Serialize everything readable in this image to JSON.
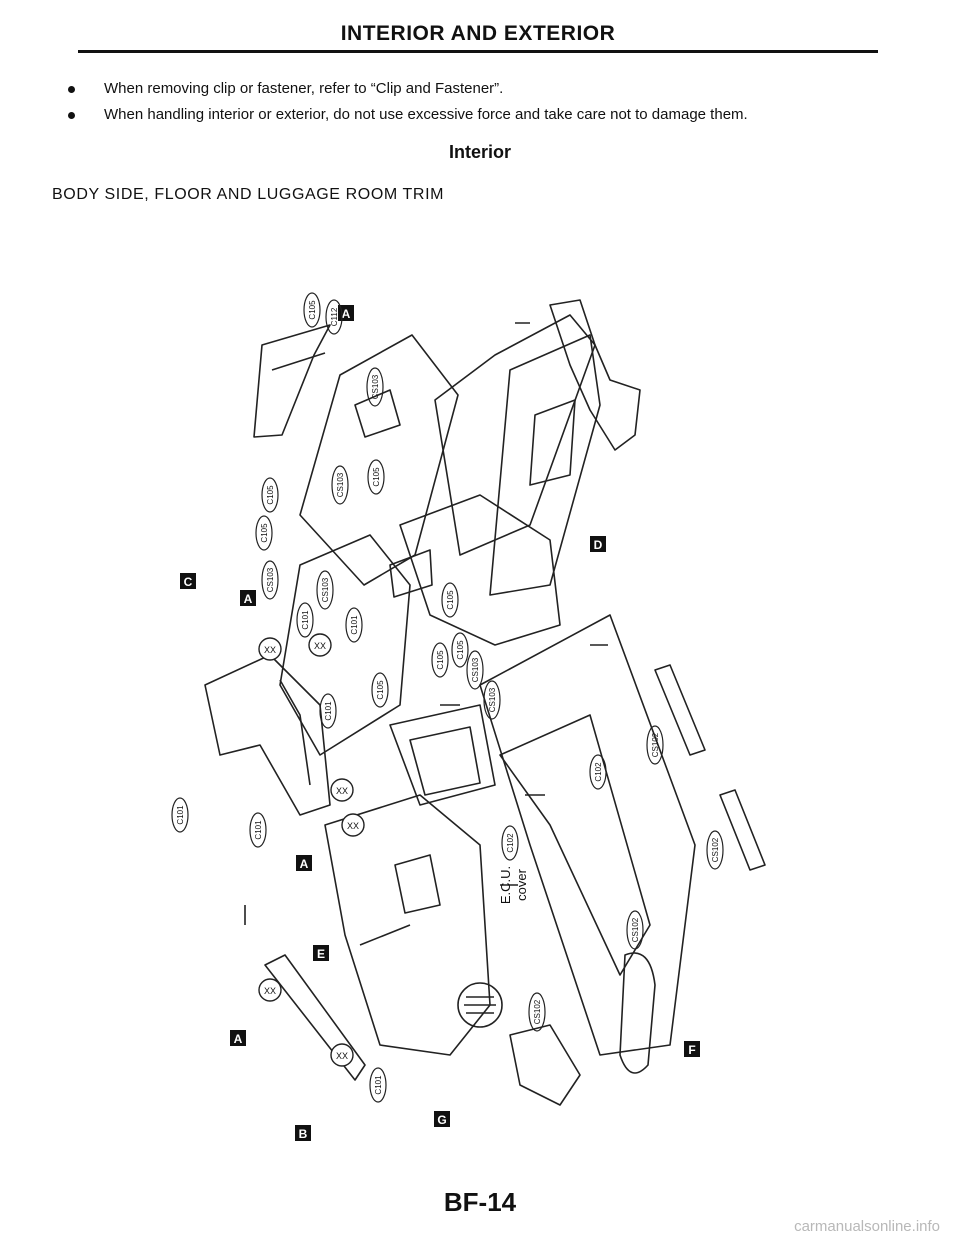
{
  "header": {
    "title": "INTERIOR AND EXTERIOR"
  },
  "bullets": [
    "When removing clip or fastener, refer to “Clip and Fastener”.",
    "When handling interior or exterior, do not use excessive force and take care not to damage them."
  ],
  "section": {
    "title": "Interior",
    "subtitle": "BODY SIDE, FLOOR AND LUGGAGE ROOM TRIM"
  },
  "diagram": {
    "callout_letters": [
      "A",
      "C",
      "A",
      "D",
      "A",
      "E",
      "A",
      "B",
      "G",
      "F"
    ],
    "clip_codes": [
      "C105",
      "C112",
      "CS103",
      "C105",
      "CS103",
      "C105",
      "C105",
      "CS103",
      "CS103",
      "C101",
      "C101",
      "C105",
      "C105",
      "C105",
      "CS103",
      "CS103",
      "C105",
      "C101",
      "C101",
      "C101",
      "C102",
      "CS102",
      "C102",
      "CS102",
      "CS102",
      "CS102",
      "C101"
    ],
    "xx_marks": [
      "XX",
      "XX",
      "XX",
      "XX",
      "XX",
      "XX"
    ],
    "ecu_label": [
      "E.C.U.",
      "cover"
    ]
  },
  "footer": {
    "page_number": "BF-14"
  },
  "watermark": "carmanualsonline.info"
}
